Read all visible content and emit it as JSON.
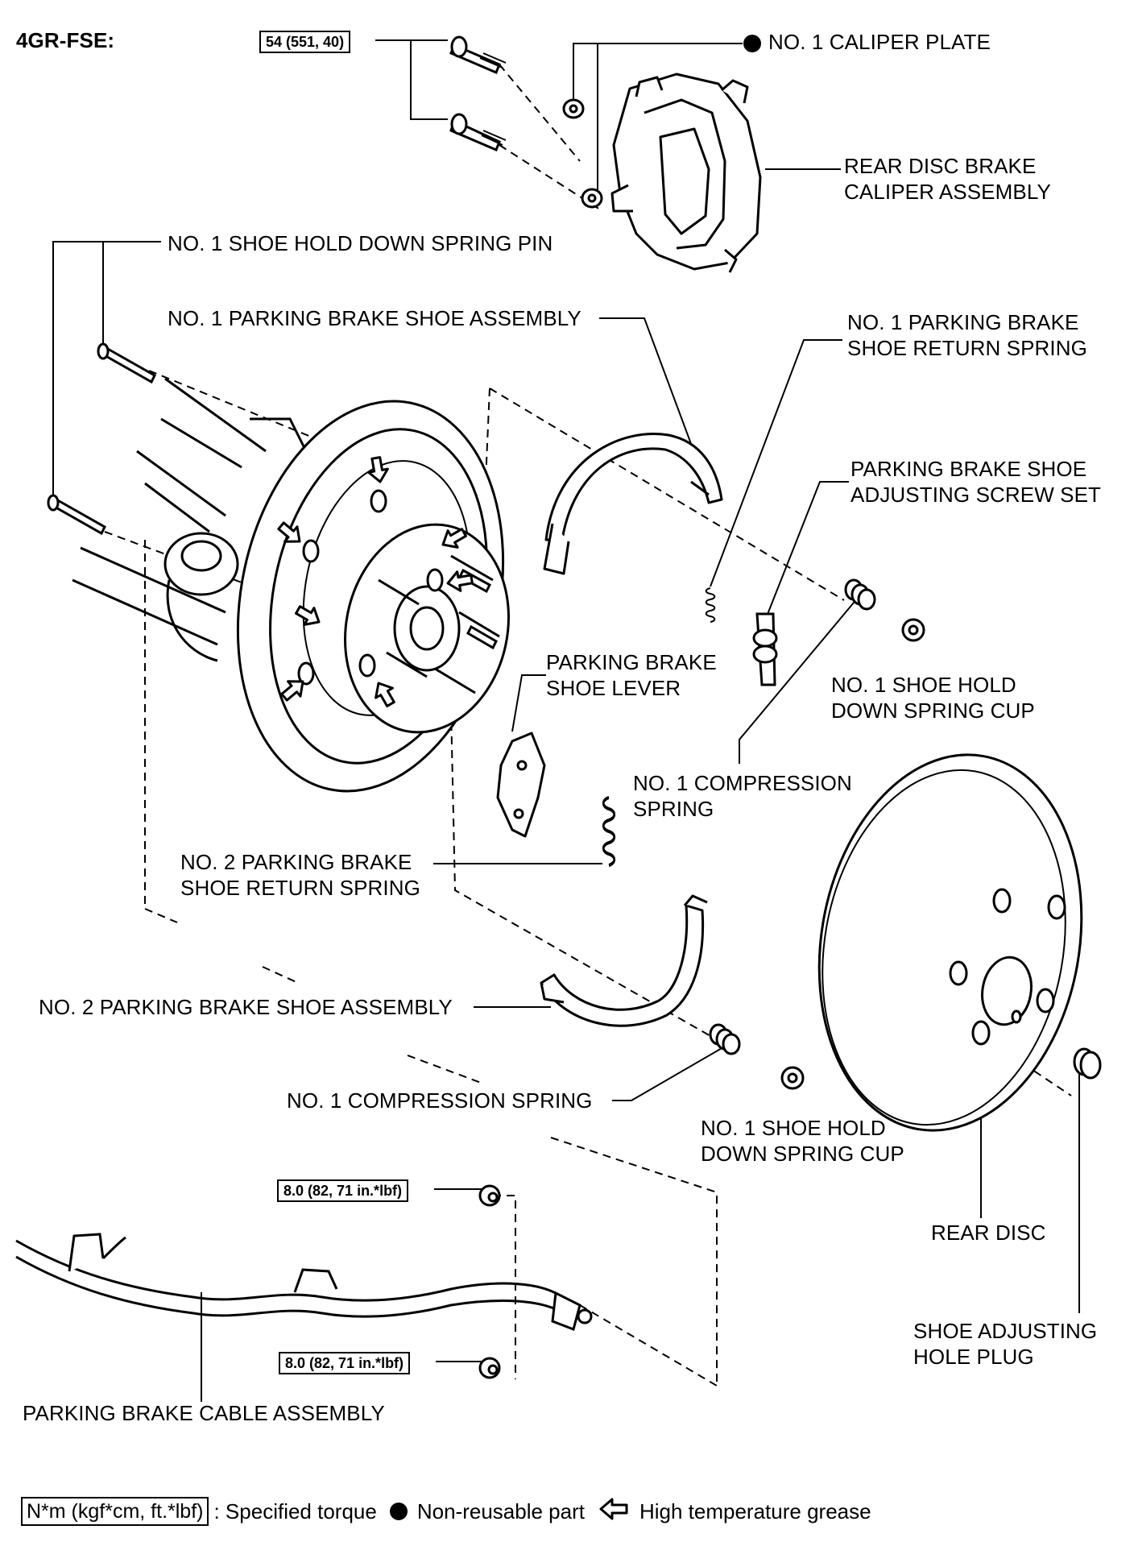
{
  "engine_label": "4GR-FSE:",
  "torque_caliper": "54 (551, 40)",
  "torque_cable_top": "8.0 (82, 71 in.*lbf)",
  "torque_cable_bottom": "8.0 (82, 71 in.*lbf)",
  "labels": {
    "caliper_plate": "NO. 1 CALIPER PLATE",
    "caliper_assembly_1": "REAR DISC BRAKE",
    "caliper_assembly_2": "CALIPER ASSEMBLY",
    "hold_down_pin": "NO. 1 SHOE HOLD DOWN SPRING PIN",
    "shoe_assembly_1": "NO. 1 PARKING BRAKE SHOE ASSEMBLY",
    "return_spring_1a": "NO. 1 PARKING BRAKE",
    "return_spring_1b": "SHOE RETURN SPRING",
    "adjusting_screw_a": "PARKING BRAKE SHOE",
    "adjusting_screw_b": "ADJUSTING SCREW SET",
    "shoe_lever_a": "PARKING BRAKE",
    "shoe_lever_b": "SHOE LEVER",
    "spring_cup_top_a": "NO. 1 SHOE HOLD",
    "spring_cup_top_b": "DOWN SPRING CUP",
    "compression_spring_top_a": "NO. 1 COMPRESSION",
    "compression_spring_top_b": "SPRING",
    "return_spring_2a": "NO.  2 PARKING BRAKE",
    "return_spring_2b": "SHOE RETURN SPRING",
    "shoe_assembly_2": "NO. 2 PARKING BRAKE SHOE ASSEMBLY",
    "compression_spring_bottom": "NO. 1 COMPRESSION SPRING",
    "spring_cup_bottom_a": "NO. 1 SHOE HOLD",
    "spring_cup_bottom_b": "DOWN SPRING CUP",
    "rear_disc": "REAR DISC",
    "hole_plug_a": "SHOE ADJUSTING",
    "hole_plug_b": "HOLE PLUG",
    "cable_assembly": "PARKING BRAKE CABLE ASSEMBLY"
  },
  "legend": {
    "torque_box": "N*m (kgf*cm, ft.*lbf)",
    "torque_text": ": Specified torque",
    "nonreusable_text": "Non-reusable part",
    "grease_text": "High temperature grease"
  }
}
